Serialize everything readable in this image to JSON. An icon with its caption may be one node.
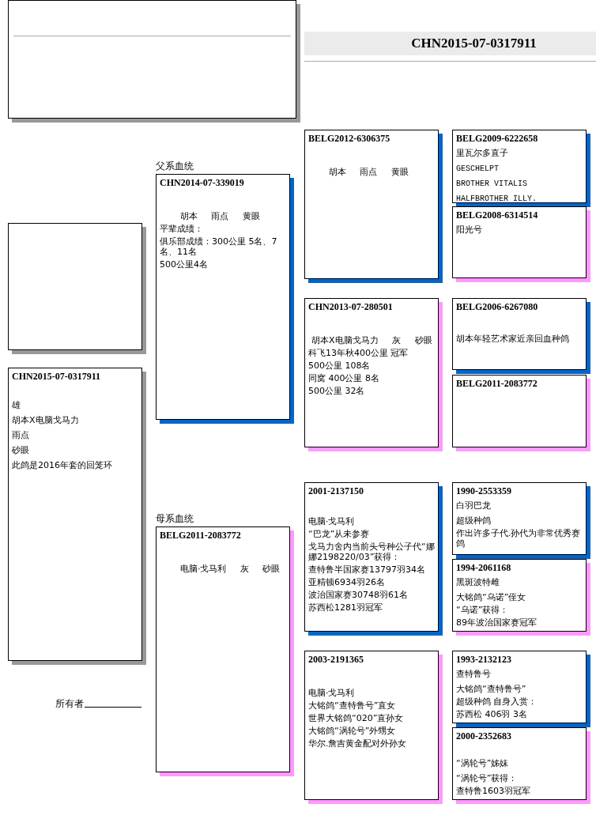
{
  "diagram": {
    "nodes": [
      {
        "text": [],
        "shape": "box"
      },
      {
        "text": [
          "CHN2015-07-0317911"
        ]
      },
      {
        "text": [],
        "shape": "box"
      },
      {
        "text": [
          "CHN2015-07-0317911",
          "雄",
          "胡本X电脑戈马力",
          "雨点",
          "砂眼",
          "此鸽是2016年套的回笼环"
        ]
      },
      {
        "text": [
          "CHN2014-07-339019",
          "胡本 雨点 黄眼",
          "平辈成绩：",
          "俱乐部成绩：300公里 5名、7名、11名",
          "500公里4名"
        ],
        "beside": [
          "父系血统"
        ]
      },
      {
        "text": [
          "BELG2011-2083772",
          "电脑·戈马利 灰 砂眼"
        ],
        "beside": [
          "母系血统"
        ]
      },
      {
        "text": [
          "BELG2012-6306375",
          "胡本 雨点 黄眼"
        ]
      },
      {
        "text": [
          "CHN2013-07-280501",
          "胡本X电脑戈马力 灰 砂眼",
          "科飞13年秋400公里 冠军",
          "500公里 108名",
          "同窝 400公里 8名",
          "500公里 32名"
        ]
      },
      {
        "text": [
          "2001-2137150",
          "电脑·戈马利",
          "“巴龙”从未参赛",
          "戈马力舍内当前头号种公子代“娜娜2198220/03”获得：",
          "查特鲁半国家赛13797羽34名",
          "亚精顿6934羽26名",
          "波治国家赛30748羽61名",
          "苏西松1281羽冠军"
        ]
      },
      {
        "text": [
          "2003-2191365",
          "电脑·戈马利",
          "大铭鸽“查特鲁号”直女",
          "世界大铭鸽“020”直孙女",
          "大铭鸽“涡轮号”外甥女",
          "华尔.詹吉黄金配对外孙女"
        ]
      },
      {
        "text": [
          "BELG2009-6222658",
          "里瓦尔多直子",
          "GESCHELPT",
          "BROTHER VITALIS",
          "HALFBROTHER ILLY."
        ]
      },
      {
        "text": [
          "BELG2008-6314514",
          "阳光号"
        ]
      },
      {
        "text": [
          "BELG2006-6267080",
          "胡本年轻艺术家近亲回血种鸽"
        ]
      },
      {
        "text": [
          "BELG2011-2083772"
        ]
      },
      {
        "text": [
          "1990-2553359",
          "白羽巴龙",
          "超级种鸽",
          "作出许多子代.孙代为非常优秀赛鸽"
        ]
      },
      {
        "text": [
          "1994-2061168",
          "黑斑波特雌",
          "大铭鸽“乌诺”侄女",
          "“乌诺”获得：",
          "89年波治国家赛冠军"
        ]
      },
      {
        "text": [
          "1993-2132123",
          "查特鲁号",
          "大铭鸽“查特鲁号”",
          "超级种鸽 自身入赏：",
          "苏西松 406羽 3名"
        ]
      },
      {
        "text": [
          "2000-2352683",
          "“涡轮号”姊妹",
          "“涡轮号”获得：",
          "查特鲁1603羽冠军"
        ]
      }
    ],
    "labels": [
      "所有者"
    ]
  }
}
